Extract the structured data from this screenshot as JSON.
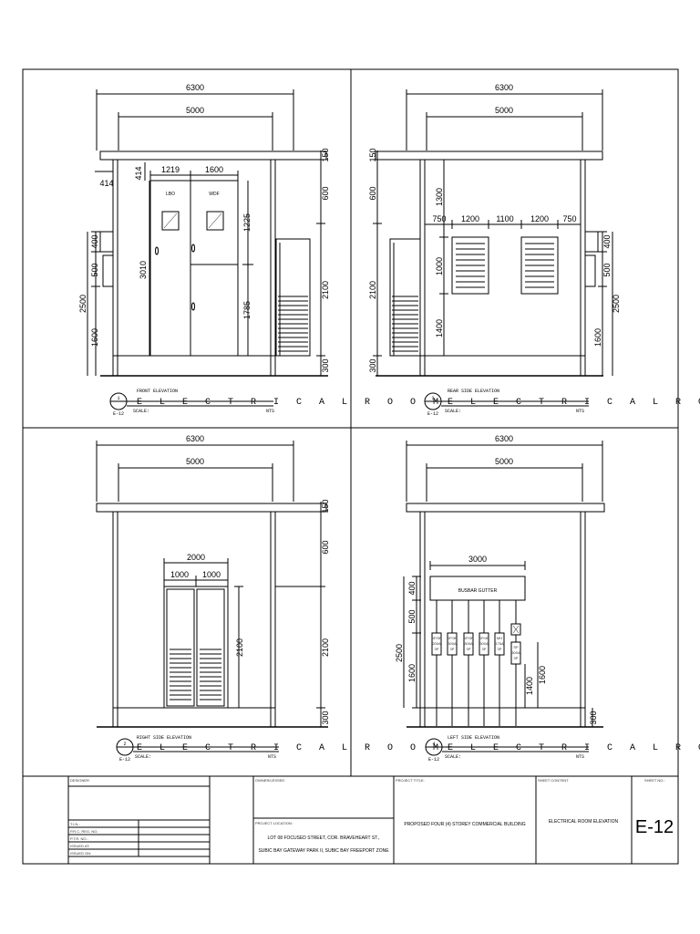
{
  "dims": {
    "d6300": "6300",
    "d5000": "5000",
    "d150": "150",
    "d600": "600",
    "d2100": "2100",
    "d300": "300",
    "d414": "414",
    "d1219": "1219",
    "d1600": "1600",
    "d1225": "1225",
    "d1785": "1785",
    "d3010": "3010",
    "d400": "400",
    "d500": "500",
    "d2500": "2500",
    "d1300": "1300",
    "d750": "750",
    "d1200": "1200",
    "d1100": "1100",
    "d1000": "1000",
    "d1400": "1400",
    "d2000": "2000",
    "d3000": "3000"
  },
  "labels": {
    "lbo": "LBO",
    "wdf": "WDF",
    "busbar": "BUSBAR GUTTER"
  },
  "panels": {
    "p1": [
      "SP/3P",
      "200A",
      "3P"
    ],
    "p2": [
      "SP/3P",
      "300A",
      "3P"
    ],
    "p3": [
      "SP/3P",
      "300A",
      "3P"
    ],
    "p4": [
      "SP/4P",
      "300A",
      "3P"
    ],
    "p5": [
      "MH",
      "175A",
      "3P"
    ],
    "p6": [
      "SP",
      "300A",
      "3P"
    ]
  },
  "views": {
    "front": {
      "no": "1",
      "kind": "FRONT ELEVATION",
      "title": "E L E C T R I C A L   R O O M",
      "sheet": "E-12",
      "scale": "SCALE:",
      "nts": "NTS"
    },
    "rear": {
      "no": "3",
      "kind": "REAR SIDE ELEVATION",
      "title": "E L E C T R I C A L   R O O M",
      "sheet": "E-12",
      "scale": "SCALE:",
      "nts": "NTS"
    },
    "right": {
      "no": "2",
      "kind": "RIGHT SIDE ELEVATION",
      "title": "E L E C T R I C A L   R O O M",
      "sheet": "E-12",
      "scale": "SCALE:",
      "nts": "NTS"
    },
    "left": {
      "no": "4",
      "kind": "LEFT SIDE ELEVATION",
      "title": "E L E C T R I C A L   R O O M",
      "sheet": "E-12",
      "scale": "SCALE:",
      "nts": "NTS"
    }
  },
  "titleblock": {
    "designer": "DESIGNER",
    "tin": "T.I.N.:",
    "prc": "P.R.C. REG. NO.:",
    "ptr": "P.T.R. NO.:",
    "issued_at": "ISSUED AT:",
    "issued_on": "ISSUED ON:",
    "owner": "OWNER/LESSEE:",
    "project_location_label": "PROJECT LOCATION:",
    "location_line1": "LOT 08 FOCUSED STREET, COR. BRAVEHEART ST.,",
    "location_line2": "SUBIC BAY GATEWAY PARK II, SUBIC BAY FREEPORT ZONE",
    "project_title_label": "PROJECT TITLE:",
    "project_title": "PROPOSED FOUR (4) STOREY COMMERCIAL BUILDING",
    "sheet_content_label": "SHEET CONTENT",
    "sheet_content": "ELECTRICAL ROOM ELEVATION",
    "sheet_no_label": "SHEET NO.:",
    "sheet_no": "E-12"
  }
}
